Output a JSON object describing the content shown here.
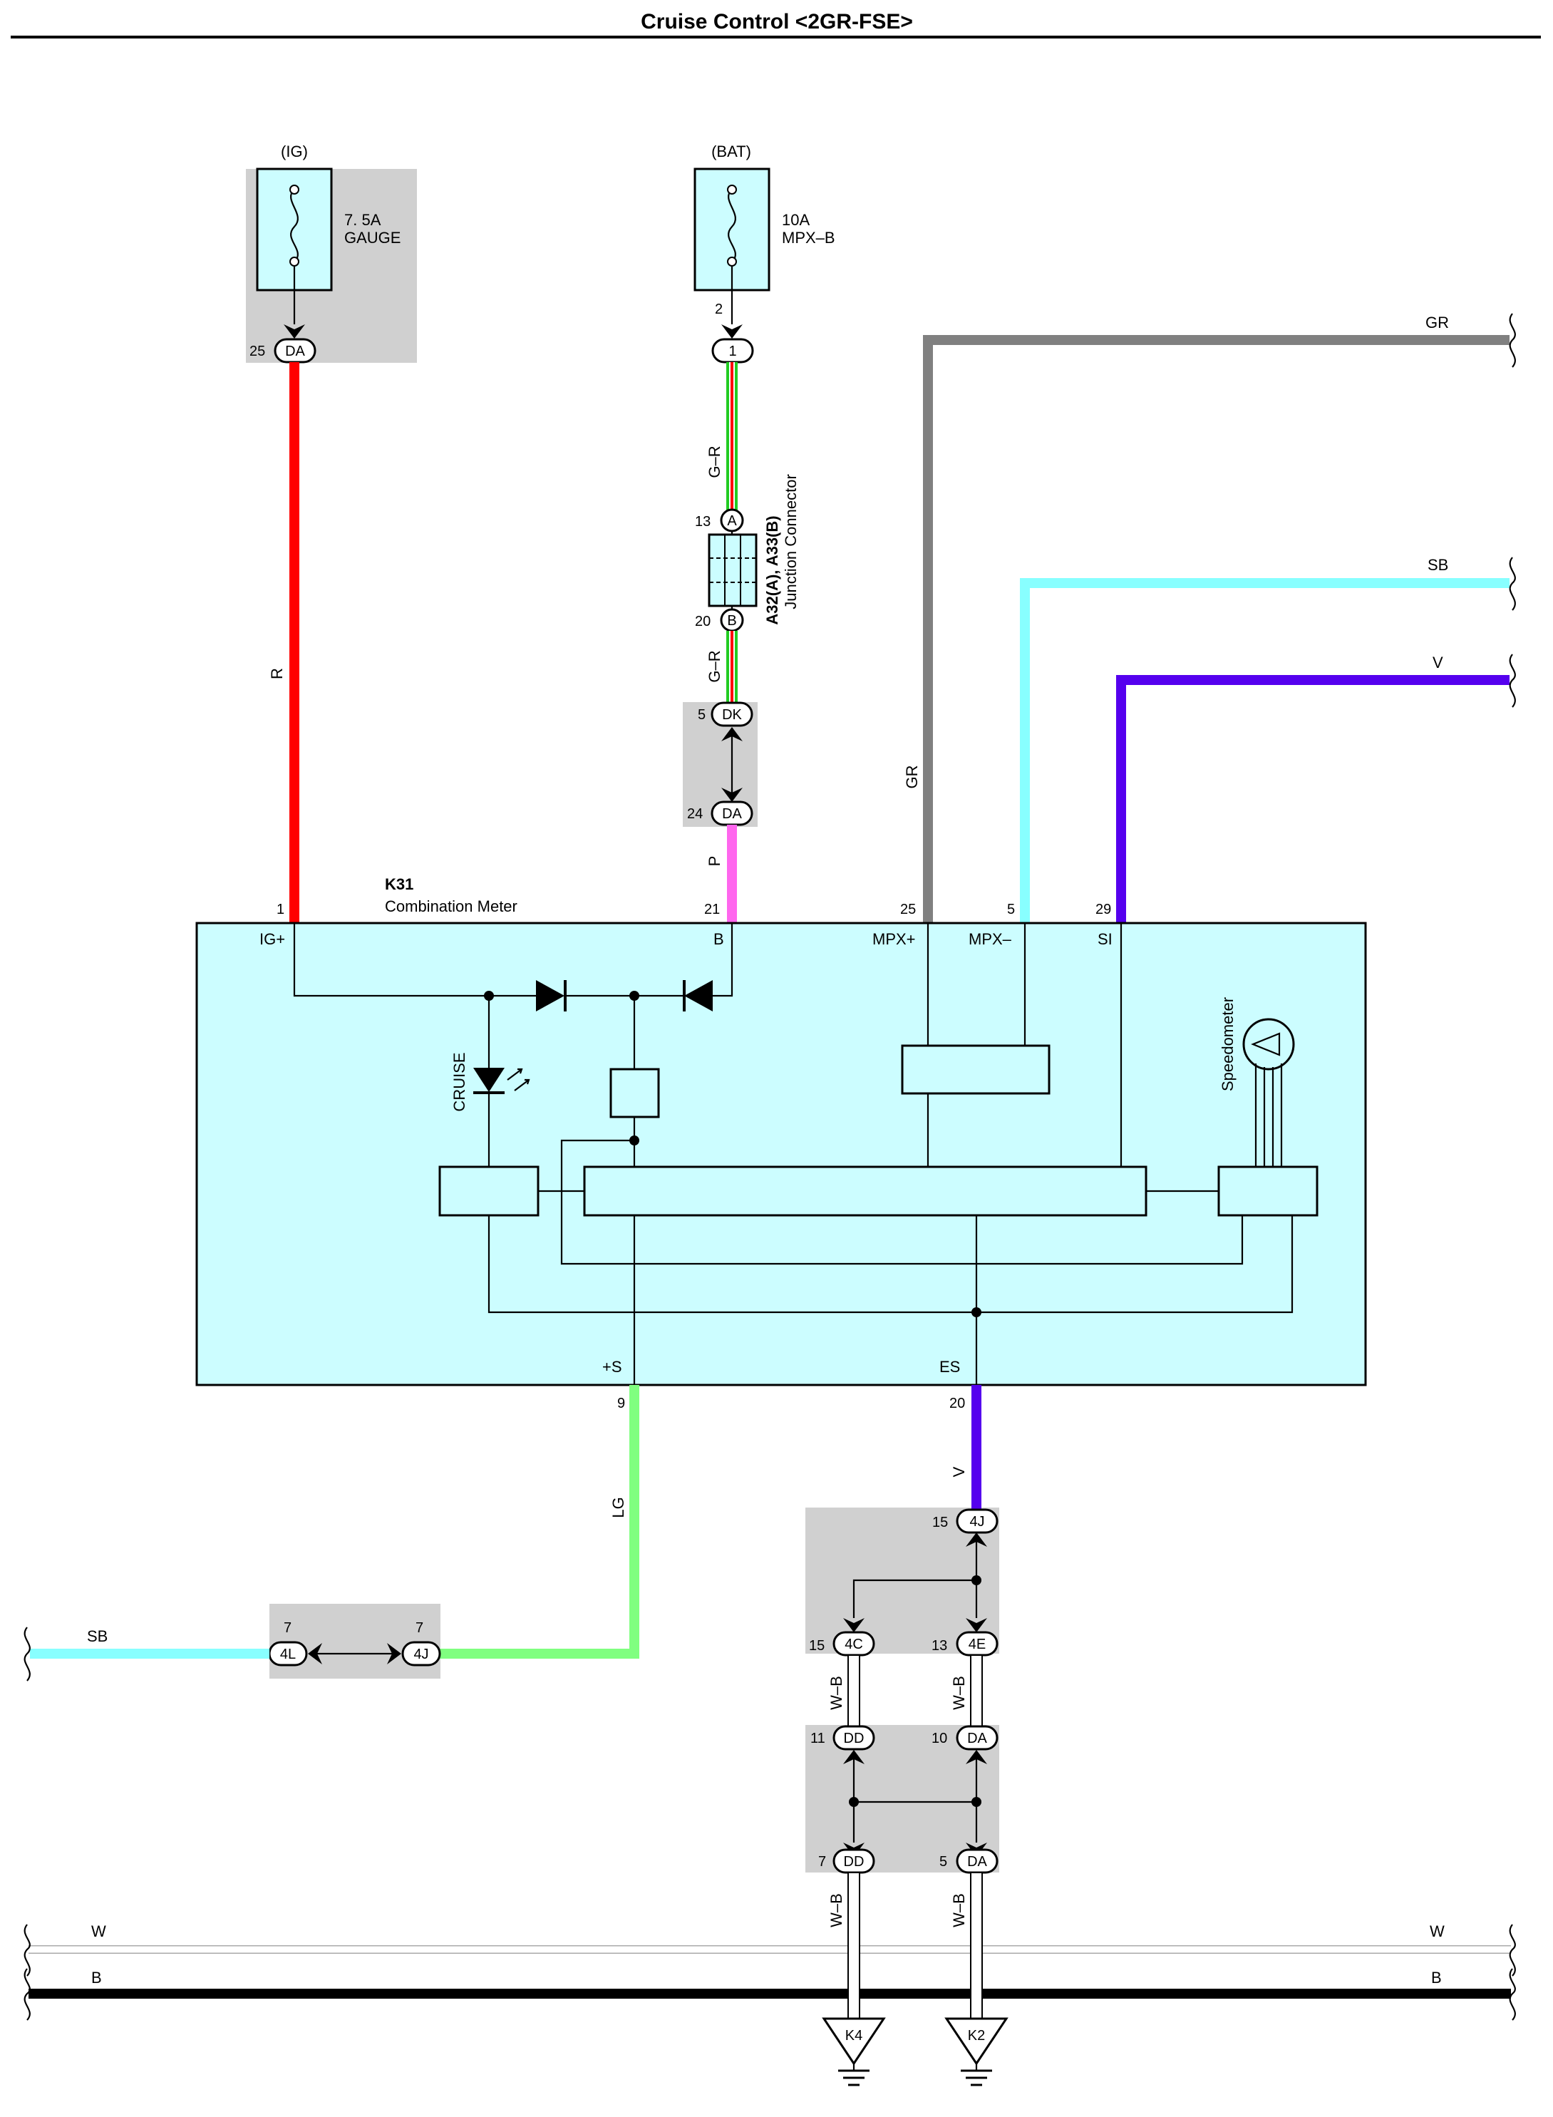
{
  "title": "Cruise Control <2GR-FSE>",
  "fuses": {
    "ig": {
      "source": "(IG)",
      "rating": "7. 5A",
      "name": "GAUGE",
      "pin": "25",
      "conn": "DA"
    },
    "bat": {
      "source": "(BAT)",
      "rating": "10A",
      "name": "MPX–B",
      "pin": "2",
      "conn": "1"
    }
  },
  "junction": {
    "name": "A32(A), A33(B)",
    "desc": "Junction Connector",
    "pin_a": "13",
    "conn_a": "A",
    "pin_b": "20",
    "conn_b": "B"
  },
  "dk_da": {
    "pin1": "5",
    "conn1": "DK",
    "pin2": "24",
    "conn2": "DA"
  },
  "meter": {
    "id": "K31",
    "name": "Combination Meter",
    "pins": {
      "ig": {
        "num": "1",
        "label": "IG+"
      },
      "b": {
        "num": "21",
        "label": "B"
      },
      "mpxp": {
        "num": "25",
        "label": "MPX+"
      },
      "mpxm": {
        "num": "5",
        "label": "MPX–"
      },
      "si": {
        "num": "29",
        "label": "SI"
      },
      "s": {
        "num": "9",
        "label": "+S"
      },
      "es": {
        "num": "20",
        "label": "ES"
      }
    },
    "cruise_label": "CRUISE",
    "speedo_label": "Speedometer"
  },
  "wire_labels": {
    "r": "R",
    "gr_top": "G–R",
    "gr_bottom": "G–R",
    "p": "P",
    "gr": "GR",
    "gr_right": "GR",
    "sb_right": "SB",
    "v_right": "V",
    "lg": "LG",
    "v_es": "V",
    "sb_left": "SB",
    "wb1": "W–B",
    "wb2": "W–B",
    "wb3": "W–B",
    "wb4": "W–B",
    "w_left": "W",
    "w_right": "W",
    "b_left": "B",
    "b_right": "B"
  },
  "conn_4l_4j": {
    "pin_l": "7",
    "conn_l": "4L",
    "pin_r": "7",
    "conn_r": "4J"
  },
  "conn_4j_top": {
    "pin": "15",
    "conn": "4J"
  },
  "conn_4c": {
    "pin": "15",
    "conn": "4C"
  },
  "conn_4e": {
    "pin": "13",
    "conn": "4E"
  },
  "conn_dd_top": {
    "pin": "11",
    "conn": "DD"
  },
  "conn_da_top": {
    "pin": "10",
    "conn": "DA"
  },
  "conn_dd_bot": {
    "pin": "7",
    "conn": "DD"
  },
  "conn_da_bot": {
    "pin": "5",
    "conn": "DA"
  },
  "grounds": {
    "k4": "K4",
    "k2": "K2"
  },
  "colors": {
    "red": "#ff0000",
    "green": "#22cc22",
    "pink": "#ff66ee",
    "gray": "#808080",
    "sky": "#88ffff",
    "violet": "#5500ee",
    "lightgreen": "#80ff80",
    "box": "#ccfdff",
    "shade": "#d0d0d0"
  }
}
